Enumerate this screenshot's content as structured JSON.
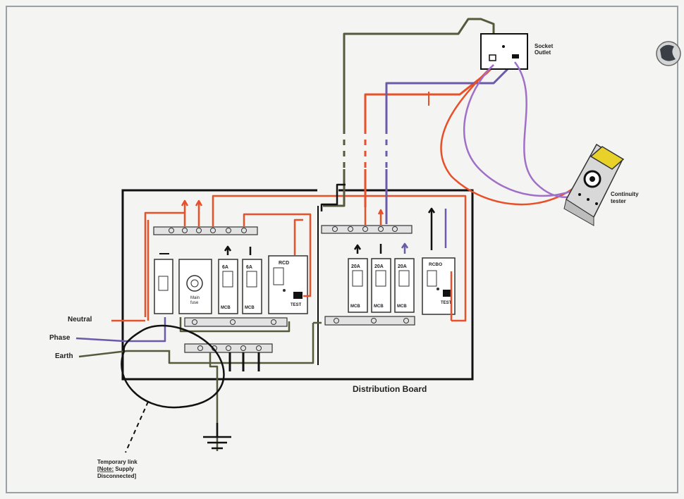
{
  "labels": {
    "socket_line1": "Socket",
    "socket_line2": "Outlet",
    "tester_line1": "Continuity",
    "tester_line2": "tester",
    "neutral": "Neutral",
    "phase": "Phase",
    "earth": "Earth",
    "board": "Distribution Board",
    "link_line1": "Temporary link",
    "link_note_prefix": "[Note:",
    "link_note_rest": " Supply",
    "link_line3": "Disconnected]",
    "main_fuse_1": "Main",
    "main_fuse_2": "fuse",
    "left_mcb_1_rating": "6A",
    "left_mcb_1_tag": "MCB",
    "left_mcb_2_rating": "6A",
    "left_mcb_2_tag": "MCB",
    "left_rcd_title": "RCD",
    "left_rcd_test": "TEST",
    "right_mcb_1_rating": "20A",
    "right_mcb_1_tag": "MCB",
    "right_mcb_2_rating": "20A",
    "right_mcb_2_tag": "MCB",
    "right_mcb_3_rating": "20A",
    "right_mcb_3_tag": "MCB",
    "right_rcd_title": "RCBO",
    "right_rcd_test": "TEST"
  },
  "colors": {
    "background": "#f4f4f2",
    "frame": "#9aa0a6",
    "live": "#e8502a",
    "neutral_wire": "#6a5aa8",
    "earth_wire": "#555a3c",
    "dark": "#111111",
    "probe": "#a070c8",
    "tester_body": "#e6e6e6",
    "tester_display": "#e8d22a"
  },
  "icons": {
    "globe": "globe-icon",
    "earth_ground": "earth-ground-icon"
  }
}
